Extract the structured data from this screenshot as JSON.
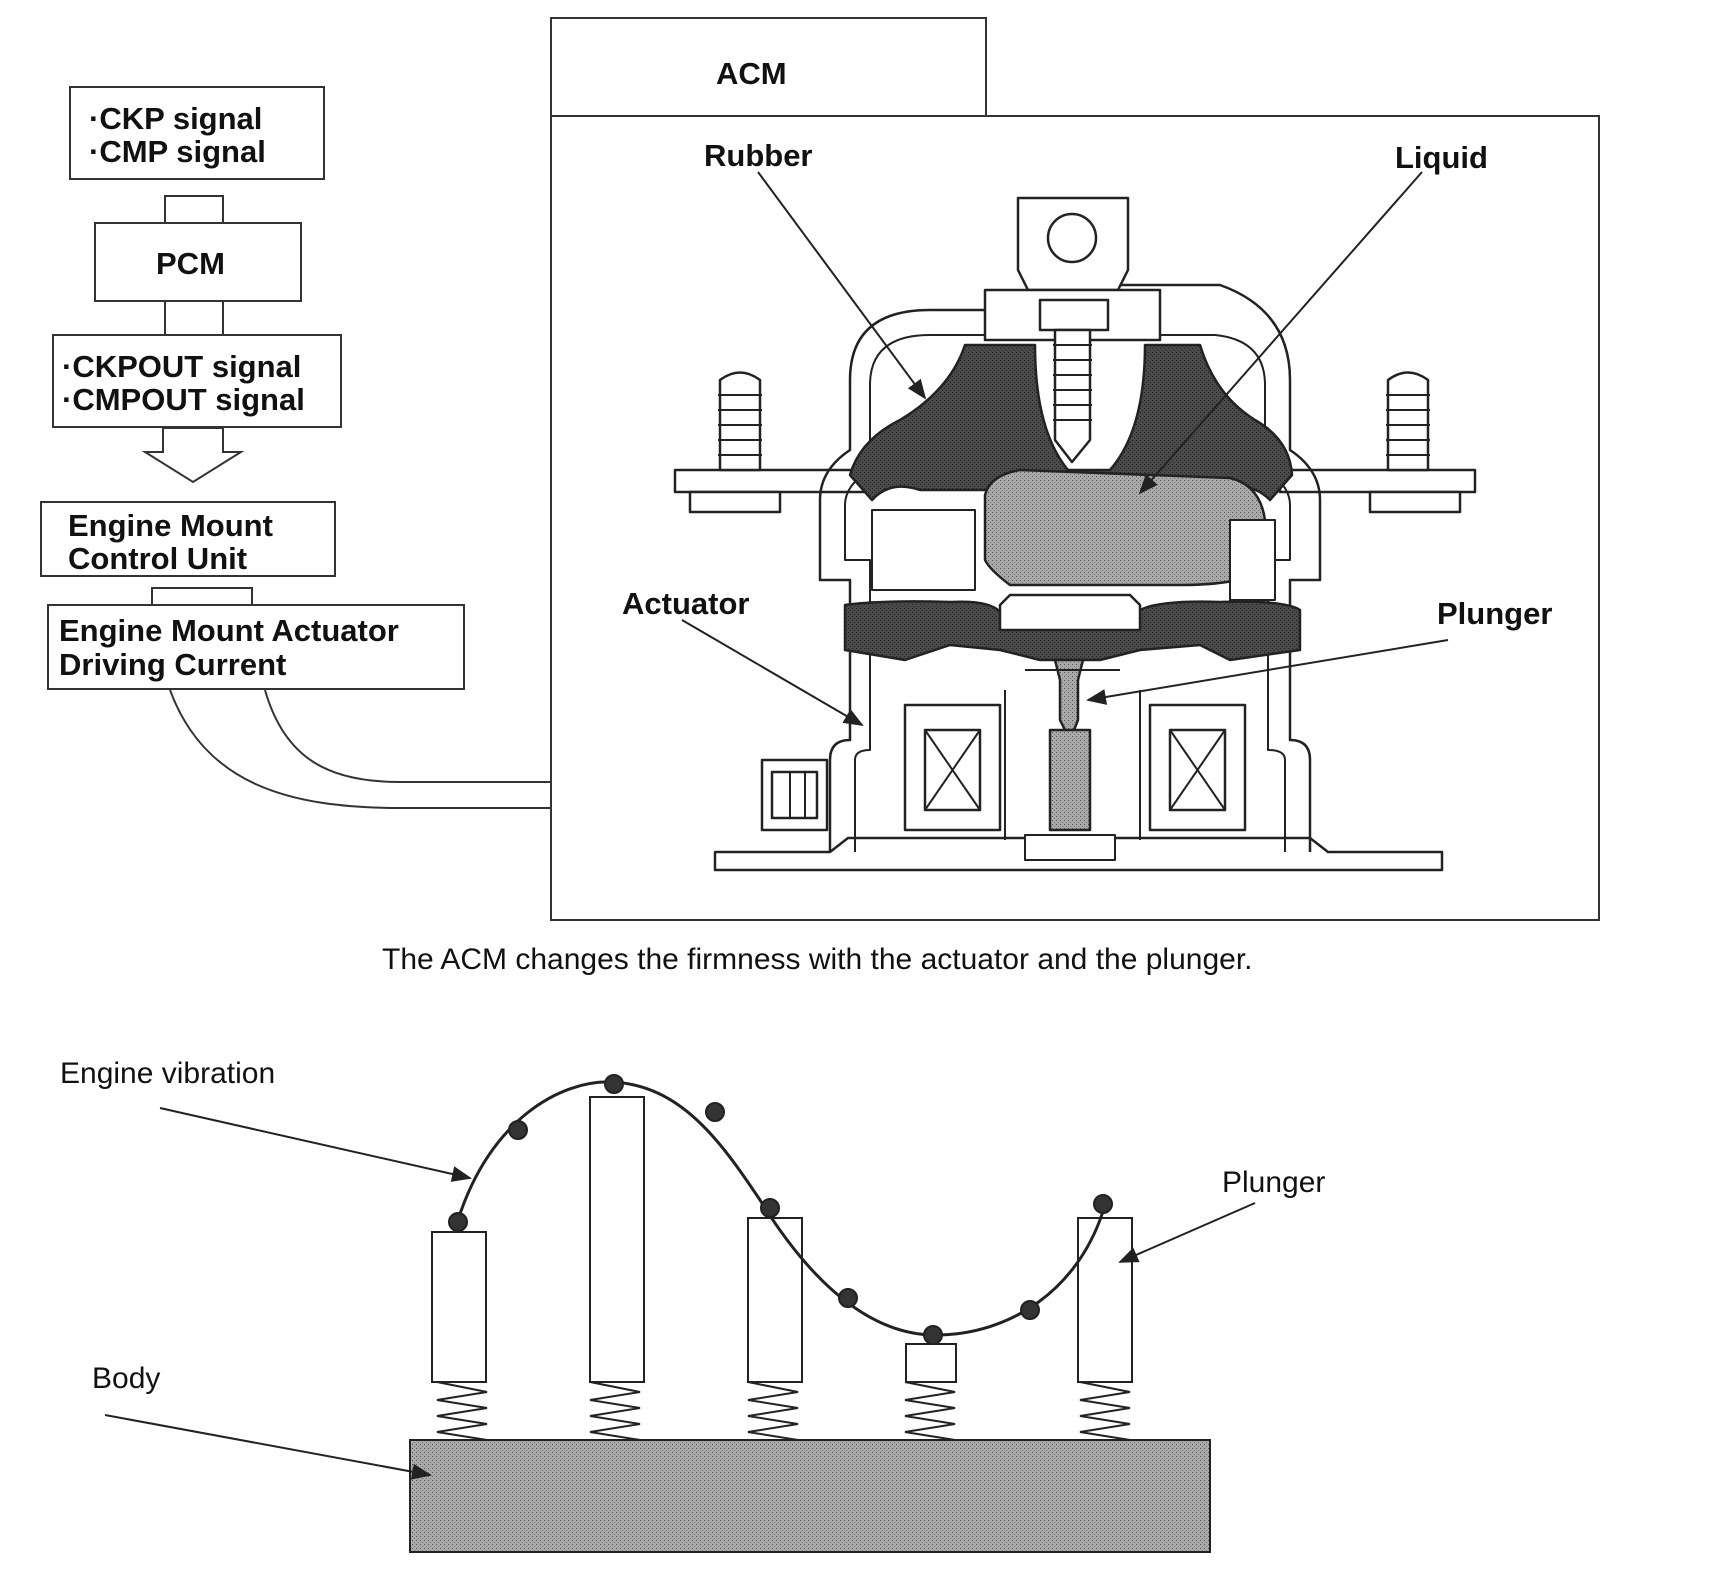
{
  "flow": {
    "signals_in": [
      "·CKP signal",
      "·CMP signal"
    ],
    "pcm": "PCM",
    "signals_out": [
      "·CKPOUT signal",
      "·CMPOUT signal"
    ],
    "control_unit": [
      "Engine Mount",
      "Control Unit"
    ],
    "actuator_current": [
      "Engine Mount Actuator",
      "Driving Current"
    ]
  },
  "acm": {
    "title": "ACM",
    "labels": {
      "rubber": "Rubber",
      "liquid": "Liquid",
      "actuator": "Actuator",
      "plunger": "Plunger"
    },
    "caption": "The ACM changes the firmness with the actuator and the plunger."
  },
  "vibration": {
    "engine_vibration": "Engine vibration",
    "plunger": "Plunger",
    "body": "Body"
  },
  "colors": {
    "line": "#222222",
    "rubber": "#3a3a3a",
    "liquid": "#9a9a9a",
    "body_fill": "#8c8c8c"
  }
}
